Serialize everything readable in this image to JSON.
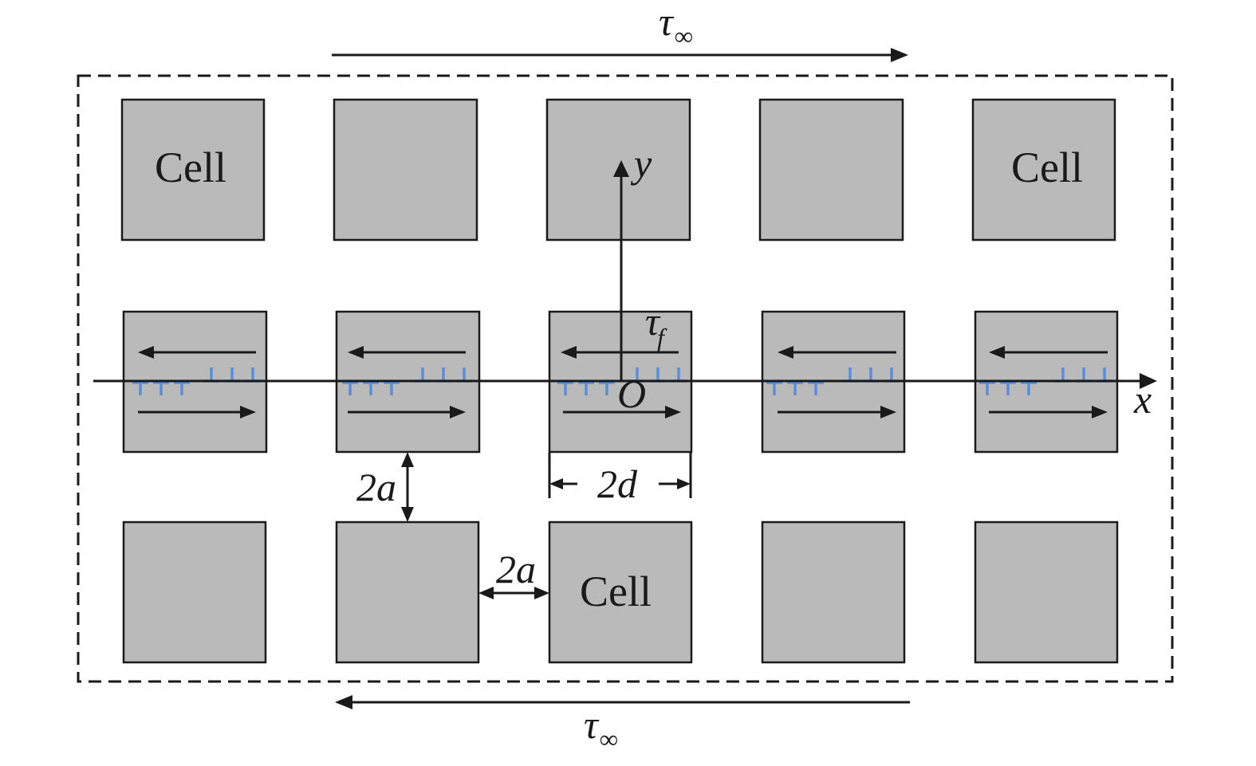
{
  "labels": {
    "tau_top": "τ",
    "tau_top_sub": "∞",
    "tau_bottom": "τ",
    "tau_bottom_sub": "∞",
    "tau_f": "τ",
    "tau_f_sub": "f",
    "y_axis": "y",
    "x_axis": "x",
    "origin": "O",
    "dim_2d": "2d",
    "dim_2a_vertical": "2a",
    "dim_2a_horizontal": "2a",
    "cell_top_left": "Cell",
    "cell_top_right": "Cell",
    "cell_bottom_center": "Cell"
  },
  "colors": {
    "cell_fill": "#bababa",
    "dislocation": "#5b8ed6",
    "line": "#1a1a1a"
  }
}
